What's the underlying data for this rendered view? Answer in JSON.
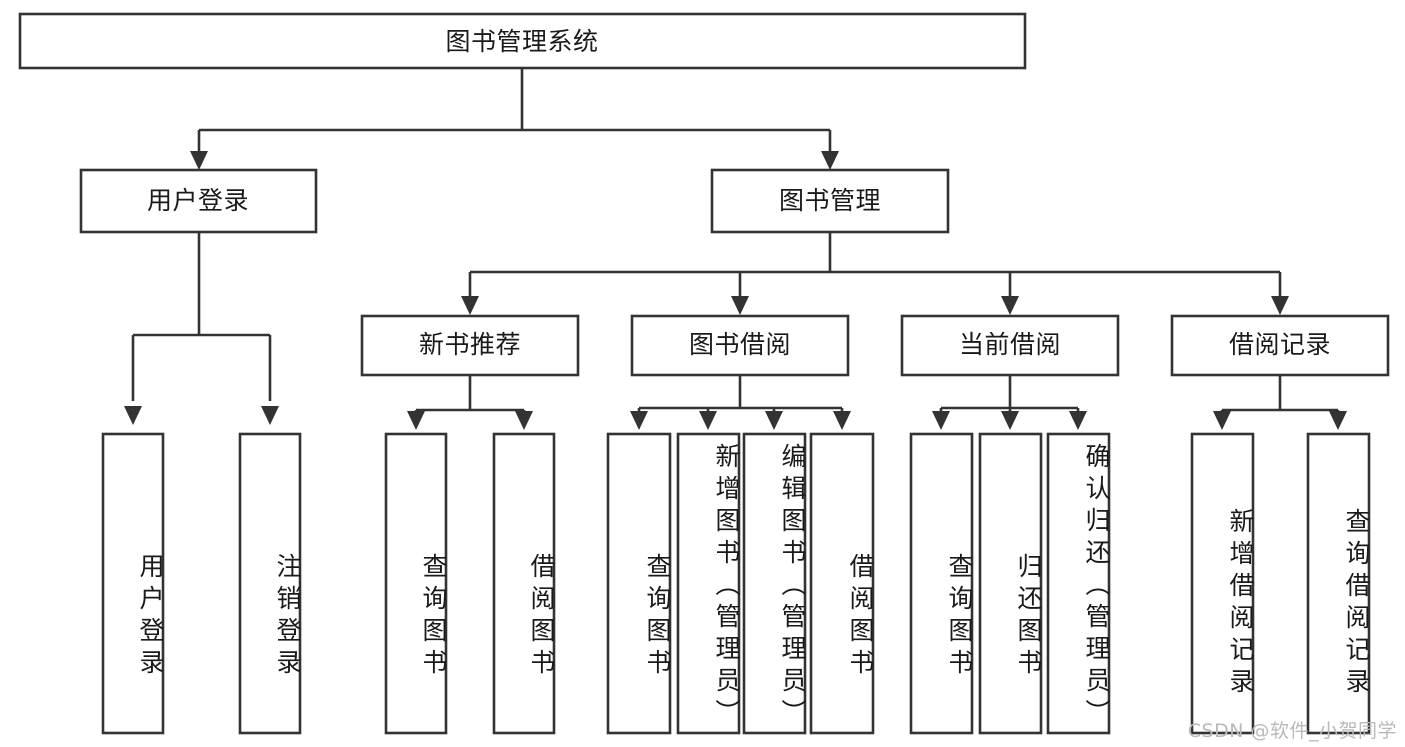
{
  "diagram": {
    "type": "tree-hierarchy",
    "title": "图书管理系统",
    "orientation": "top-down",
    "colors": {
      "box_fill": "#ffffff",
      "box_stroke": "#333333",
      "text": "#1a1a1a",
      "background": "#ffffff",
      "watermark": "#b9b9b9"
    },
    "root": {
      "label": "图书管理系统"
    },
    "level2": [
      {
        "label": "用户登录"
      },
      {
        "label": "图书管理"
      }
    ],
    "level3": [
      {
        "label": "新书推荐"
      },
      {
        "label": "图书借阅"
      },
      {
        "label": "当前借阅"
      },
      {
        "label": "借阅记录"
      }
    ],
    "leaves": {
      "user_login": [
        {
          "label": "用户登录"
        },
        {
          "label": "注销登录"
        }
      ],
      "new_book_recommend": [
        {
          "label": "查询图书"
        },
        {
          "label": "借阅图书"
        }
      ],
      "book_borrow": [
        {
          "label": "查询图书"
        },
        {
          "label": "新增图书（管理员）"
        },
        {
          "label": "编辑图书（管理员）"
        },
        {
          "label": "借阅图书"
        }
      ],
      "current_borrow": [
        {
          "label": "查询图书"
        },
        {
          "label": "归还图书"
        },
        {
          "label": "确认归还（管理员）"
        }
      ],
      "borrow_record": [
        {
          "label": "新增借阅记录"
        },
        {
          "label": "查询借阅记录"
        }
      ]
    },
    "watermark": "CSDN @软件_小贺同学"
  }
}
